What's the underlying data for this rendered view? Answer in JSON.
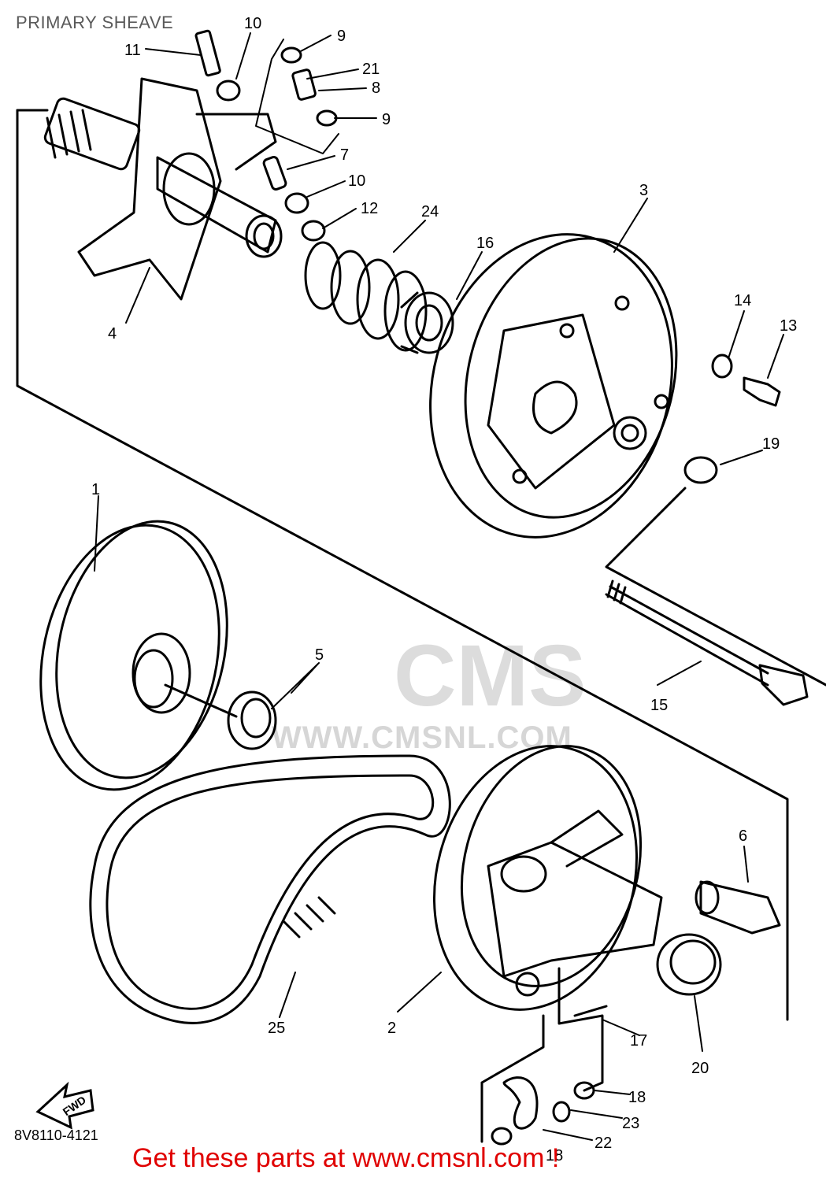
{
  "title": "PRIMARY SHEAVE",
  "part_number": "8V8110-4121",
  "promo_text": "Get these parts at www.cmsnl.com !",
  "watermark": {
    "logo": "CMS",
    "url": "WWW.CMSNL.COM"
  },
  "fwd_label": "FWD",
  "callouts": [
    "11",
    "10",
    "9",
    "21",
    "8",
    "9",
    "7",
    "10",
    "12",
    "24",
    "16",
    "3",
    "4",
    "14",
    "13",
    "19",
    "1",
    "5",
    "15",
    "6",
    "2",
    "25",
    "20",
    "17",
    "18",
    "23",
    "22",
    "18"
  ],
  "colors": {
    "lines": "#000000",
    "title": "#5a5a5a",
    "promo": "#e00000",
    "watermark": "#d6d6d6"
  }
}
